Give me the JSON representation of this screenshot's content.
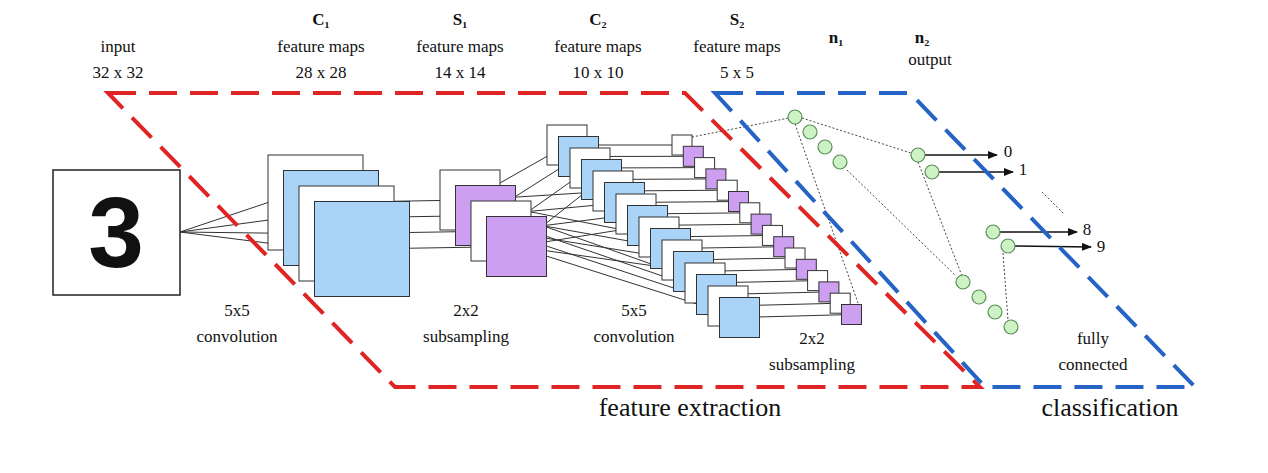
{
  "diagram": {
    "nodes": [
      {
        "text": [
          "feature extraction"
        ]
      },
      {
        "text": [
          "classification"
        ]
      }
    ],
    "labels": [
      "input",
      "32 x 32",
      "C₁",
      "feature maps",
      "28 x 28",
      "S₁",
      "feature maps",
      "14 x 14",
      "C₂",
      "feature maps",
      "10 x 10",
      "S₂",
      "feature maps",
      "5 x 5",
      "n₁",
      "n₂",
      "output",
      "3",
      "5x5 convolution",
      "2x2 subsampling",
      "5x5 convolution",
      "2x2 subsampling",
      "fully connected",
      "0",
      "1",
      "8",
      "9"
    ]
  }
}
